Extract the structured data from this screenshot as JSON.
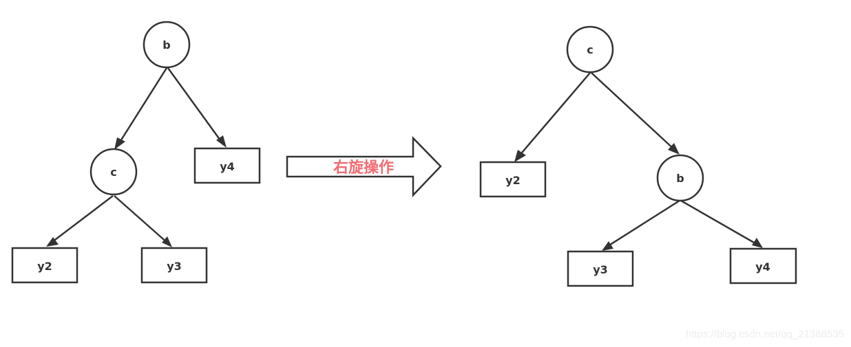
{
  "before_tree": {
    "nodes": [
      {
        "id": "b",
        "label": "b",
        "shape": "circle"
      },
      {
        "id": "c",
        "label": "c",
        "shape": "circle"
      },
      {
        "id": "y4",
        "label": "y4",
        "shape": "rect"
      },
      {
        "id": "y2",
        "label": "y2",
        "shape": "rect"
      },
      {
        "id": "y3",
        "label": "y3",
        "shape": "rect"
      }
    ],
    "edges": [
      [
        "b",
        "c"
      ],
      [
        "b",
        "y4"
      ],
      [
        "c",
        "y2"
      ],
      [
        "c",
        "y3"
      ]
    ]
  },
  "operation": {
    "label": "右旋操作",
    "color": "#f26b72"
  },
  "after_tree": {
    "nodes": [
      {
        "id": "c",
        "label": "c",
        "shape": "circle"
      },
      {
        "id": "y2",
        "label": "y2",
        "shape": "rect"
      },
      {
        "id": "b",
        "label": "b",
        "shape": "circle"
      },
      {
        "id": "y3",
        "label": "y3",
        "shape": "rect"
      },
      {
        "id": "y4",
        "label": "y4",
        "shape": "rect"
      }
    ],
    "edges": [
      [
        "c",
        "y2"
      ],
      [
        "c",
        "b"
      ],
      [
        "b",
        "y3"
      ],
      [
        "b",
        "y4"
      ]
    ]
  },
  "watermark": "https://blog.csdn.net/qq_21388535",
  "colors": {
    "stroke": "#333333",
    "background": "#ffffff"
  }
}
